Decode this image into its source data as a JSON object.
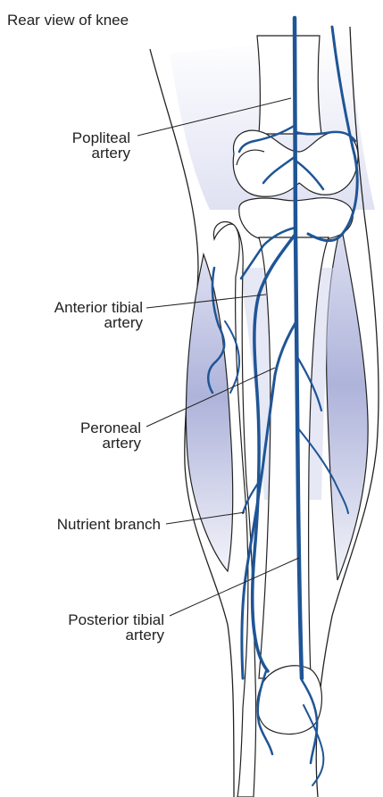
{
  "title": "Rear view of knee",
  "labels": {
    "popliteal": [
      "Popliteal",
      "artery"
    ],
    "anterior_tibial": [
      "Anterior tibial",
      "artery"
    ],
    "peroneal": [
      "Peroneal",
      "artery"
    ],
    "nutrient": [
      "Nutrient branch"
    ],
    "posterior_tibial": [
      "Posterior tibial",
      "artery"
    ]
  },
  "colors": {
    "artery": "#1f5596",
    "shading": "#b9bedf",
    "outline": "#222222"
  }
}
